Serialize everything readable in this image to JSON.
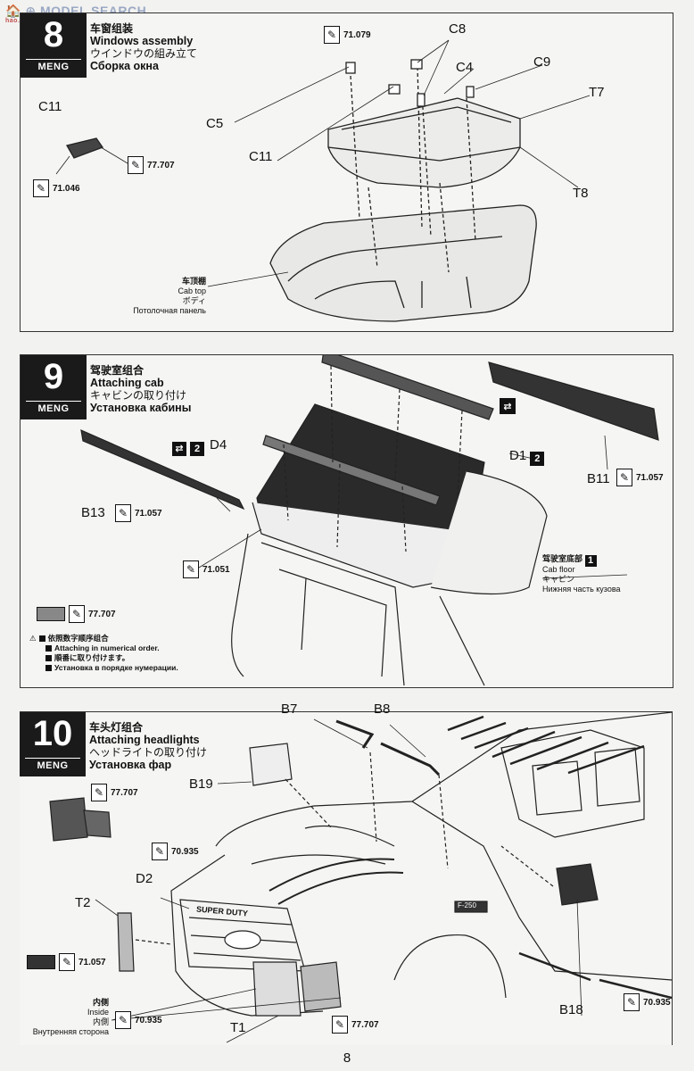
{
  "watermark": {
    "main": "🏠 ⊕ MODEL SEARCH",
    "sub": "hao.shan.com"
  },
  "steps": [
    {
      "number": "8",
      "brand": "MENG",
      "title_zh": "车窗组装",
      "title_en": "Windows assembly",
      "title_ja": "ウインドウの組み立て",
      "title_ru": "Сборка окна",
      "labels": [
        "C8",
        "C4",
        "C9",
        "T7",
        "C5",
        "C11",
        "T8",
        "C11"
      ],
      "paints": [
        "71.079",
        "77.707",
        "71.046"
      ],
      "part_note": {
        "zh": "车顶棚",
        "en": "Cab top",
        "ja": "ボディ",
        "ru": "Потолочная панель"
      }
    },
    {
      "number": "9",
      "brand": "MENG",
      "title_zh": "驾驶室组合",
      "title_en": "Attaching cab",
      "title_ja": "キャビンの取り付け",
      "title_ru": "Установка кабины",
      "labels": [
        "D4",
        "D1",
        "B11",
        "B13"
      ],
      "order_d4": "2",
      "order_d1": "2",
      "paints": [
        "71.057",
        "71.057",
        "71.051",
        "77.707"
      ],
      "part_note": {
        "zh": "驾驶室底部",
        "en": "Cab floor",
        "ja": "キャビン",
        "ru": "Нижняя часть кузова",
        "order": "1"
      },
      "warning": [
        "依照数字顺序组合",
        "Attaching in numerical order.",
        "順番に取り付けます。",
        "Установка в порядке нумерации."
      ]
    },
    {
      "number": "10",
      "brand": "MENG",
      "title_zh": "车头灯组合",
      "title_en": "Attaching headlights",
      "title_ja": "ヘッドライトの取り付け",
      "title_ru": "Установка фар",
      "labels": [
        "B7",
        "B8",
        "B19",
        "D2",
        "T2",
        "T1",
        "B18"
      ],
      "paints": [
        "77.707",
        "70.935",
        "71.057",
        "70.935",
        "77.707",
        "70.935"
      ],
      "inside_note": {
        "zh": "内侧",
        "en": "Inside",
        "ja": "内側",
        "ru": "Внутренняя сторона"
      },
      "grille_text": "SUPER DUTY",
      "fender_badge": "F-250"
    }
  ],
  "page_number": "8"
}
